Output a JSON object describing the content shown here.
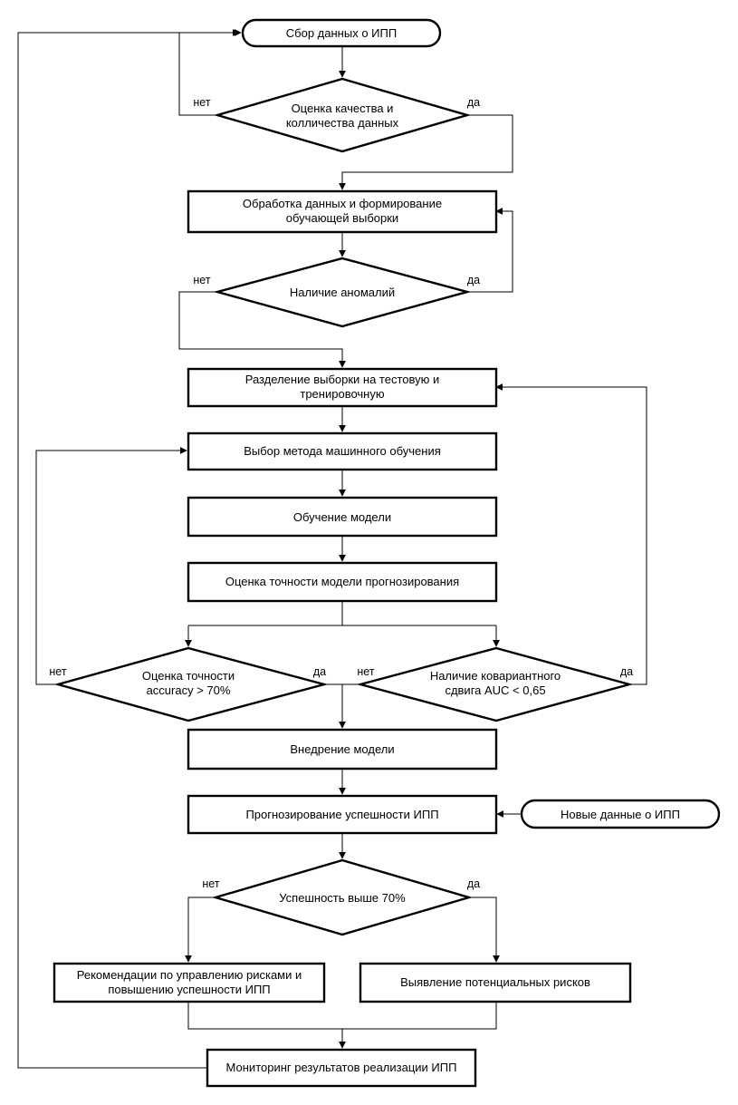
{
  "nodes": {
    "start": "Сбор данных о ИПП",
    "check_quality": [
      "Оценка качества и",
      "колличества данных"
    ],
    "processing": [
      "Обработка данных и формирование",
      "обучающей выборки"
    ],
    "anomalies": "Наличие аномалий",
    "split": [
      "Разделение выборки на тестовую и",
      "тренировочную"
    ],
    "method": "Выбор метода машинного обучения",
    "training": "Обучение модели",
    "accuracy_eval": "Оценка точности модели прогнозирования",
    "accuracy_check": [
      "Оценка точности",
      "accuracy > 70%"
    ],
    "shift_check": [
      "Наличие ковариантного",
      "сдвига AUC < 0,65"
    ],
    "deploy": "Внедрение модели",
    "forecast": "Прогнозирование успешности ИПП",
    "new_data": "Новые данные о ИПП",
    "success_check": "Успешность выше 70%",
    "recommendations": [
      "Рекомендации по управлению рисками и",
      "повышению успешности ИПП"
    ],
    "risks": "Выявление потенциальных рисков",
    "monitoring": "Мониторинг результатов реализации ИПП"
  },
  "labels": {
    "yes": "да",
    "no": "нет"
  }
}
